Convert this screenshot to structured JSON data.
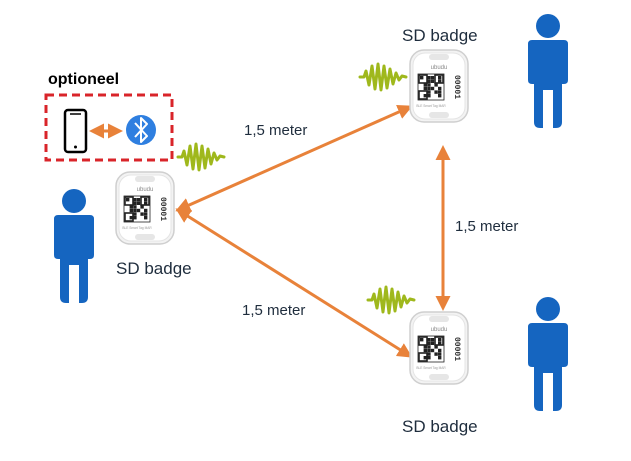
{
  "optional_label": "optioneel",
  "badges": {
    "left": {
      "label": "SD badge",
      "id": "00001",
      "brand": "ubudu",
      "caption": "BLE Smart Tag MAR"
    },
    "top": {
      "label": "SD badge",
      "id": "00001",
      "brand": "ubudu",
      "caption": "BLE Smart Tag MAR"
    },
    "bottom": {
      "label": "SD badge",
      "id": "00001",
      "brand": "ubudu",
      "caption": "BLE Smart Tag MAR"
    }
  },
  "distances": {
    "left_to_top": "1,5 meter",
    "left_to_bottom": "1,5 meter",
    "top_to_bottom": "1,5 meter"
  },
  "colors": {
    "arrow": "#e8823a",
    "person": "#1565c0",
    "wave": "#9fb81c",
    "dashed_box": "#d9242a",
    "bluetooth": "#2f7fe0",
    "text": "#1f2d3d"
  },
  "icons": [
    "smartphone-icon",
    "bluetooth-icon",
    "person-icon",
    "signal-wave-icon",
    "sd-badge-icon"
  ]
}
